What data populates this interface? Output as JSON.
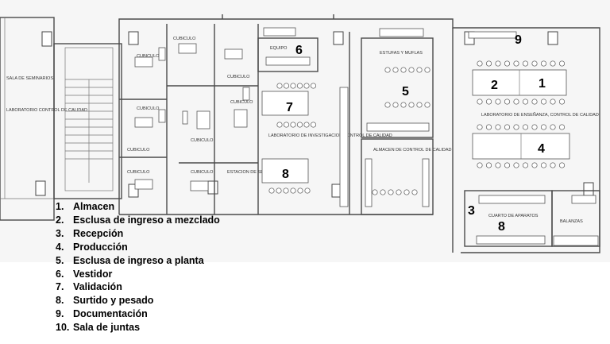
{
  "plan": {
    "room_labels": {
      "sala_seminarios": "SALA DE SEMINARIOS",
      "lab_control_calidad": "LABORATORIO CONTROL DE CALIDAD",
      "cubiculo": "CUBICULO",
      "equipo": "EQUIPO",
      "estufas": "ESTUFAS Y MUFLAS",
      "lab_investigacion": "LABORATORIO DE INVESTIGACION CONTROL DE CALIDAD",
      "almacen_cc": "ALMACEN DE CONTROL DE CALIDAD",
      "lab_ensenanza": "LABORATORIO DE ENSEÑANZA, CONTROL DE CALIDAD",
      "estacion_servicio": "ESTACION DE SERVICIO",
      "cuarto_aparatos": "CUARTO DE APARATOS",
      "balanzas": "BALANZAS"
    },
    "markers": [
      "1",
      "2",
      "3",
      "4",
      "5",
      "6",
      "7",
      "8",
      "8",
      "9"
    ]
  },
  "legend": [
    {
      "n": "1.",
      "label": "Almacen"
    },
    {
      "n": "2.",
      "label": "Esclusa de ingreso a mezclado"
    },
    {
      "n": "3.",
      "label": "Recepción"
    },
    {
      "n": "4.",
      "label": "Producción"
    },
    {
      "n": "5.",
      "label": "Esclusa de ingreso a planta"
    },
    {
      "n": "6.",
      "label": "Vestidor"
    },
    {
      "n": "7.",
      "label": "Validación"
    },
    {
      "n": "8.",
      "label": "Surtido y pesado"
    },
    {
      "n": "9.",
      "label": "Documentación"
    },
    {
      "n": "10.",
      "label": "Sala de juntas"
    }
  ]
}
